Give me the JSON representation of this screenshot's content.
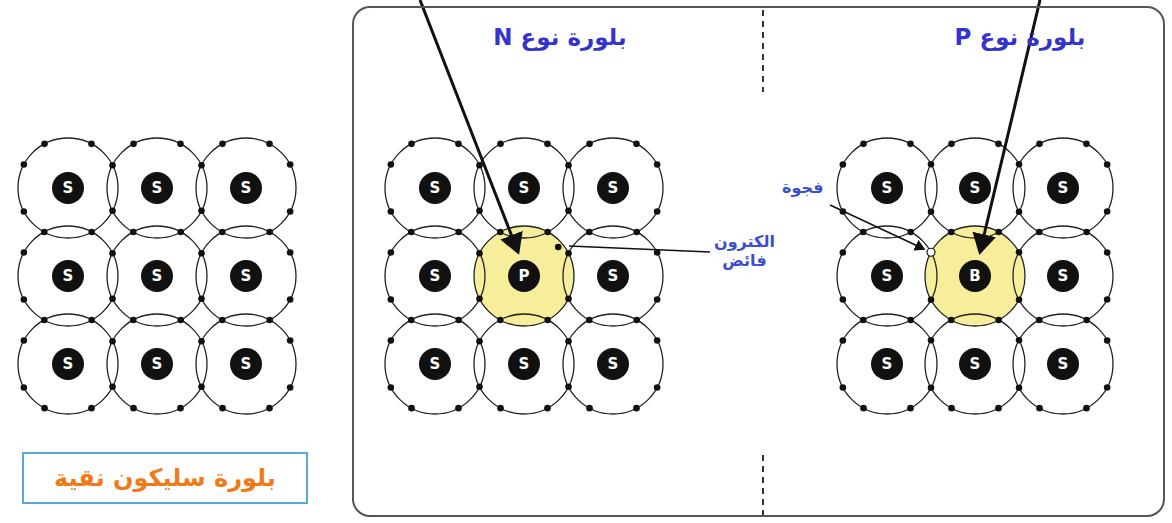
{
  "diagram": {
    "nodes": [
      {
        "text": [
          "S"
        ]
      },
      {
        "text": [
          "S"
        ]
      },
      {
        "text": [
          "S"
        ]
      },
      {
        "text": [
          "S"
        ]
      },
      {
        "text": [
          "S"
        ]
      },
      {
        "text": [
          "S"
        ]
      },
      {
        "text": [
          "S"
        ]
      },
      {
        "text": [
          "S"
        ]
      },
      {
        "text": [
          "S"
        ]
      },
      {
        "text": [
          "بلورة سليكون نقية"
        ]
      },
      {
        "text": [
          "بلورة نوع N",
          "بلورة نوع P"
        ]
      },
      {
        "text": [
          "S"
        ],
        "in": 10
      },
      {
        "text": [
          "S"
        ],
        "in": 10
      },
      {
        "text": [
          "S"
        ],
        "in": 10
      },
      {
        "text": [
          "S"
        ],
        "in": 10
      },
      {
        "text": [
          "P"
        ],
        "in": 10
      },
      {
        "text": [
          "S"
        ],
        "in": 10
      },
      {
        "text": [
          "S"
        ],
        "in": 10
      },
      {
        "text": [
          "S"
        ],
        "in": 10
      },
      {
        "text": [
          "S"
        ],
        "in": 10
      },
      {
        "text": [
          "S"
        ],
        "in": 10
      },
      {
        "text": [
          "S"
        ],
        "in": 10
      },
      {
        "text": [
          "S"
        ],
        "in": 10
      },
      {
        "text": [
          "S"
        ],
        "in": 10
      },
      {
        "text": [
          "B"
        ],
        "in": 10
      },
      {
        "text": [
          "S"
        ],
        "in": 10
      },
      {
        "text": [
          "S"
        ],
        "in": 10
      },
      {
        "text": [
          "S"
        ],
        "in": 10
      },
      {
        "text": [
          "S"
        ],
        "in": 10
      }
    ],
    "labels": [
      "الكترون فائض",
      "فجوة"
    ]
  }
}
